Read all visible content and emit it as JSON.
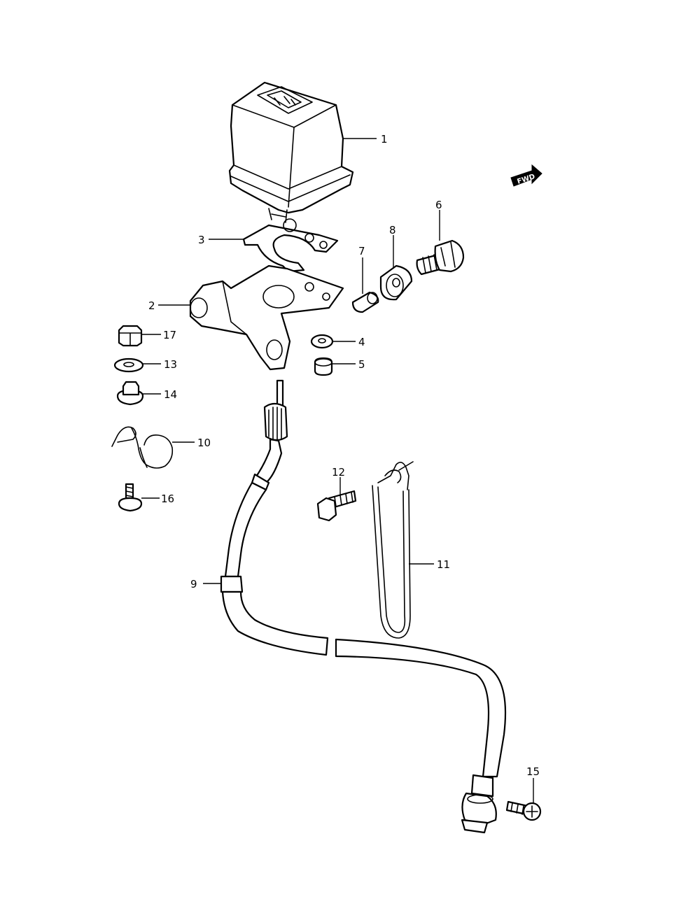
{
  "diagram": {
    "fwd_label": "FWD",
    "callouts": {
      "c1": "1",
      "c2": "2",
      "c3": "3",
      "c4": "4",
      "c5": "5",
      "c6": "6",
      "c7": "7",
      "c8": "8",
      "c9": "9",
      "c10": "10",
      "c11": "11",
      "c12": "12",
      "c13": "13",
      "c14": "14",
      "c15": "15",
      "c16": "16",
      "c17": "17"
    }
  }
}
